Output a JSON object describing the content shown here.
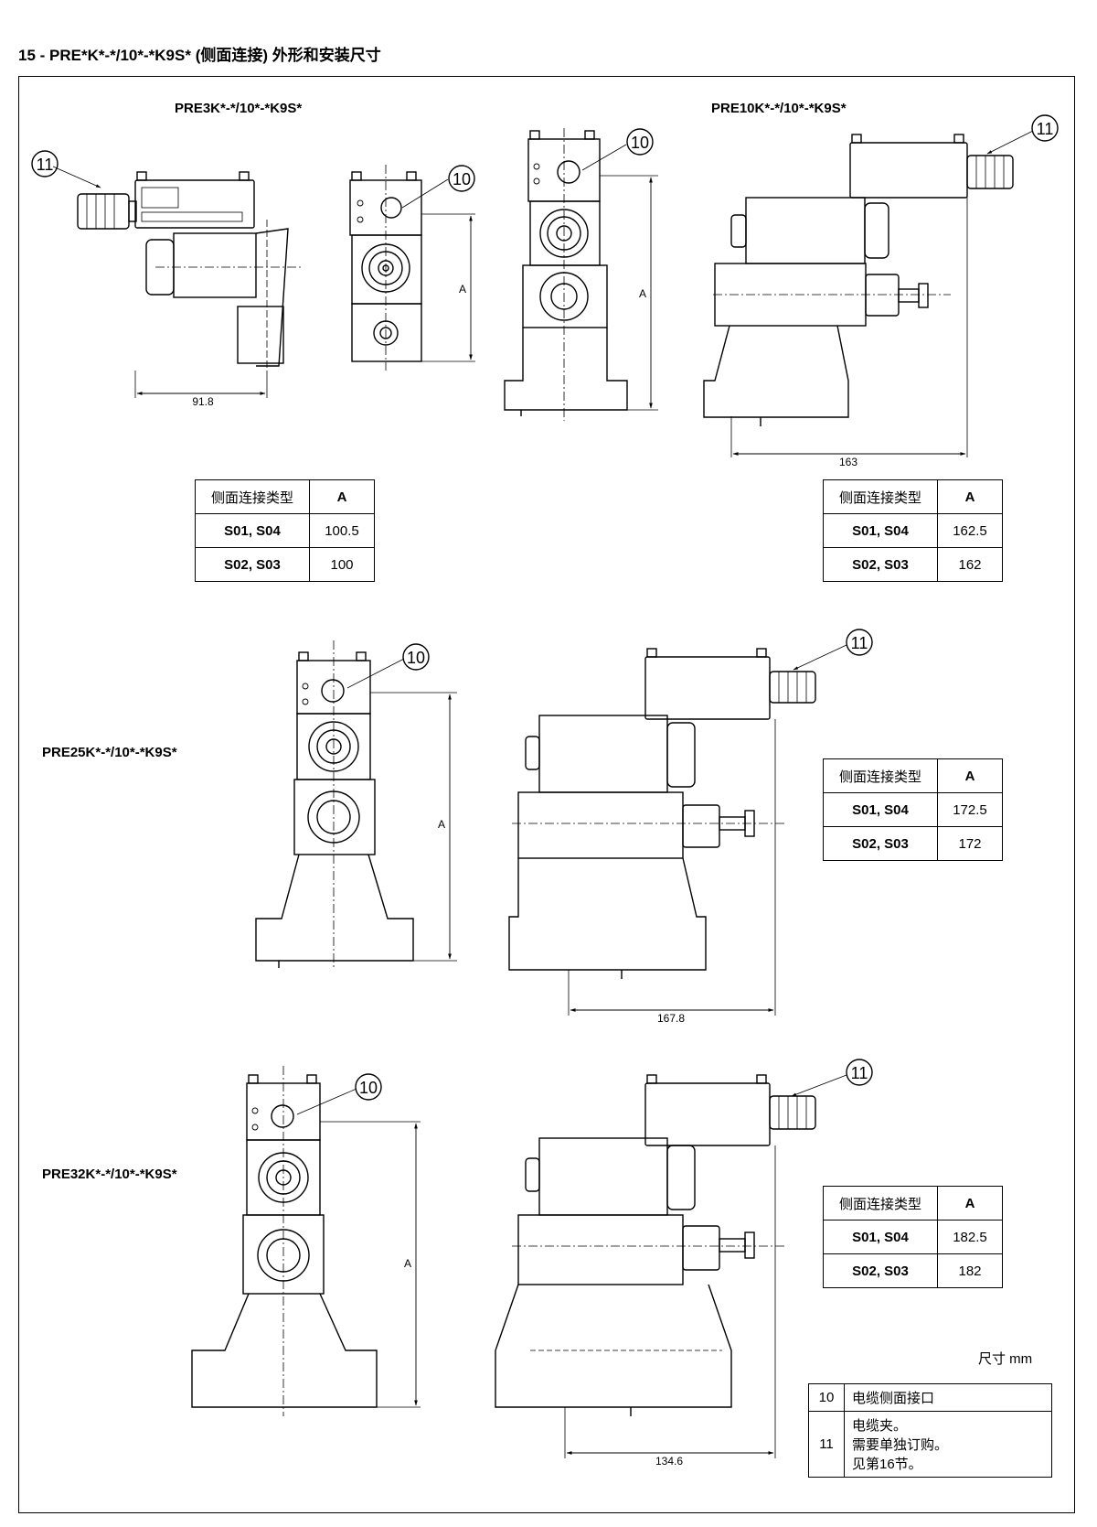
{
  "title": "15 - PRE*K*-*/10*-*K9S* (侧面连接) 外形和安装尺寸",
  "drawings": {
    "pre3k": {
      "label": "PRE3K*-*/10*-*K9S*",
      "dim_width": "91.8",
      "dim_a": "A",
      "callout_10": "10",
      "callout_11": "11"
    },
    "pre10k": {
      "label": "PRE10K*-*/10*-*K9S*",
      "dim_width": "163",
      "dim_a": "A",
      "callout_11": "11"
    },
    "pre25k": {
      "label": "PRE25K*-*/10*-*K9S*",
      "dim_width": "167.8",
      "dim_a": "A",
      "callout_10": "10",
      "callout_11": "11"
    },
    "pre32k": {
      "label": "PRE32K*-*/10*-*K9S*",
      "dim_width": "134.6",
      "dim_a": "A",
      "callout_10": "10",
      "callout_11": "11"
    },
    "pre3k_side_callout_10": "10"
  },
  "tables": [
    {
      "header": [
        "侧面连接类型",
        "A"
      ],
      "rows": [
        [
          "S01, S04",
          "100.5"
        ],
        [
          "S02, S03",
          "100"
        ]
      ]
    },
    {
      "header": [
        "侧面连接类型",
        "A"
      ],
      "rows": [
        [
          "S01, S04",
          "162.5"
        ],
        [
          "S02, S03",
          "162"
        ]
      ]
    },
    {
      "header": [
        "侧面连接类型",
        "A"
      ],
      "rows": [
        [
          "S01, S04",
          "172.5"
        ],
        [
          "S02, S03",
          "172"
        ]
      ]
    },
    {
      "header": [
        "侧面连接类型",
        "A"
      ],
      "rows": [
        [
          "S01, S04",
          "182.5"
        ],
        [
          "S02, S03",
          "182"
        ]
      ]
    }
  ],
  "unit_note": "尺寸  mm",
  "legend": [
    {
      "num": "10",
      "text": [
        "电缆侧面接口"
      ]
    },
    {
      "num": "11",
      "text": [
        "电缆夹。",
        "需要单独订购。",
        "见第16节。"
      ]
    }
  ]
}
